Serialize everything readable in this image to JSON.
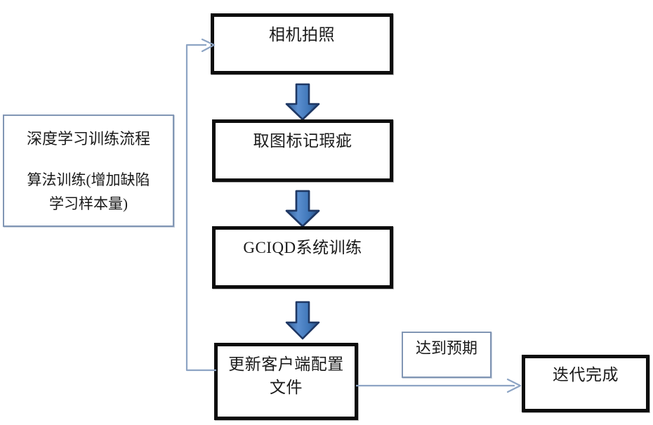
{
  "diagram": {
    "title_note": {
      "line1": "深度学习训练流程",
      "line2": "算法训练(增加缺陷\n学习样本量)"
    },
    "nodes": [
      {
        "id": "camera-capture",
        "label": "相机拍照"
      },
      {
        "id": "mark-defects",
        "label": "取图标记瑕疵"
      },
      {
        "id": "gciqd-training",
        "label": "GCIQD系统训练"
      },
      {
        "id": "update-config",
        "label": "更新客户端配置\n文件"
      },
      {
        "id": "iteration-done",
        "label": "迭代完成"
      }
    ],
    "edge_labels": [
      {
        "id": "meets-expectation",
        "label": "达到预期"
      }
    ],
    "arrows": [
      {
        "id": "arrow-capture-to-mark",
        "icon": "down-block-arrow-icon"
      },
      {
        "id": "arrow-mark-to-training",
        "icon": "down-block-arrow-icon"
      },
      {
        "id": "arrow-training-to-config",
        "icon": "down-block-arrow-icon"
      },
      {
        "id": "arrow-config-to-done",
        "icon": "right-arrow-icon"
      },
      {
        "id": "arrow-feedback-loop",
        "icon": "feedback-loop-arrow-icon"
      }
    ],
    "colors": {
      "box_border": "#0d0d0d",
      "note_border": "#8196b4",
      "arrow_fill": "#4a7ebb",
      "arrow_stroke": "#1f3864",
      "connector_line": "#8da4c4",
      "text": "#1a1a1a",
      "background": "#ffffff"
    }
  }
}
